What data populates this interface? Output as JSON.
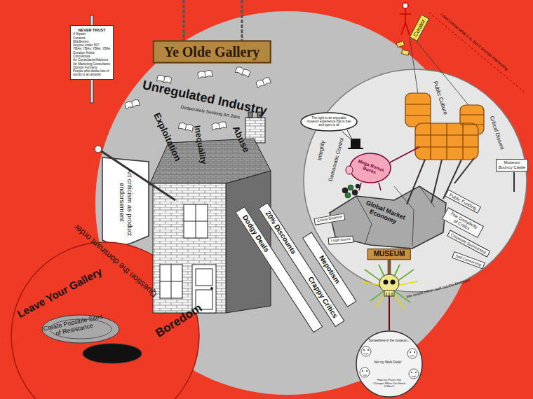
{
  "diagram": {
    "nodes": [
      {
        "text": [
          "NEVER TRUST",
          "A Hipster",
          "Curators",
          "Middlemen",
          "Anyone under 50?",
          "YBAs, YBAs, YBAs, YBAs",
          "Creative Artists",
          "Critic/Artists",
          "Art Consultants/Advisors",
          "Art Marketing Consultants",
          "Opinion Formers",
          "People who dislike lots of words in an artwork"
        ]
      },
      {
        "text": [
          "Unregulated Industry",
          "Desperately Seeking Art Jobs",
          "Exploitation",
          "Inequality",
          "Abuse",
          "Boredom"
        ]
      },
      {
        "text": [
          "Ye Olde Gallery"
        ],
        "in": 1
      },
      {
        "text": [
          "Art criticism as product endorsement"
        ],
        "in": 1
      },
      {
        "text": [
          "Dodgy Deals"
        ],
        "in": 1
      },
      {
        "text": [
          "20% Discounts",
          "Crappy Critics"
        ],
        "in": 1
      },
      {
        "text": [
          "Nepotism"
        ],
        "in": 1
      },
      {
        "text": [
          "Curator"
        ]
      },
      {
        "text": [
          "Integrity",
          "Democratic Control",
          "Public Culture",
          "Critical Dissent"
        ]
      },
      {
        "text": [
          "The right to an enjoyable museum experience that is free and open to all"
        ],
        "in": 8
      },
      {
        "text": [
          "Mega Bonus Bucks"
        ],
        "in": 8
      },
      {
        "text": [
          "Global Market Economy"
        ],
        "in": 8
      },
      {
        "text": [
          "Critical Distance"
        ],
        "in": 8
      },
      {
        "text": [
          "Legal Issues"
        ],
        "in": 8
      },
      {
        "text": [
          "Public Funding"
        ],
        "in": 8
      },
      {
        "text": [
          "The Complicity of Critics"
        ],
        "in": 8
      },
      {
        "text": [
          "Corporate Sponsorship"
        ],
        "in": 8
      },
      {
        "text": [
          "Self-Censorship"
        ],
        "in": 8
      },
      {
        "text": [
          "Museum Bouncy Castle"
        ]
      },
      {
        "text": [
          "Leave Your Gallery",
          "Create Possible Sites of Resistance",
          "Question the dominant order"
        ]
      },
      {
        "text": [
          "MUSEUM"
        ]
      },
      {
        "text": [
          "Somewhere in the museum...",
          "Not my Work Dude!",
          "How Do Prices Get Cheaper When You Need It Most?"
        ]
      }
    ],
    "edges": [
      {
        "from": 20,
        "to": 21,
        "arrow": "none"
      }
    ],
    "labels": [
      "I don't know what it is, but it sounds interesting",
      "We would rather wait out the Museum!"
    ]
  }
}
